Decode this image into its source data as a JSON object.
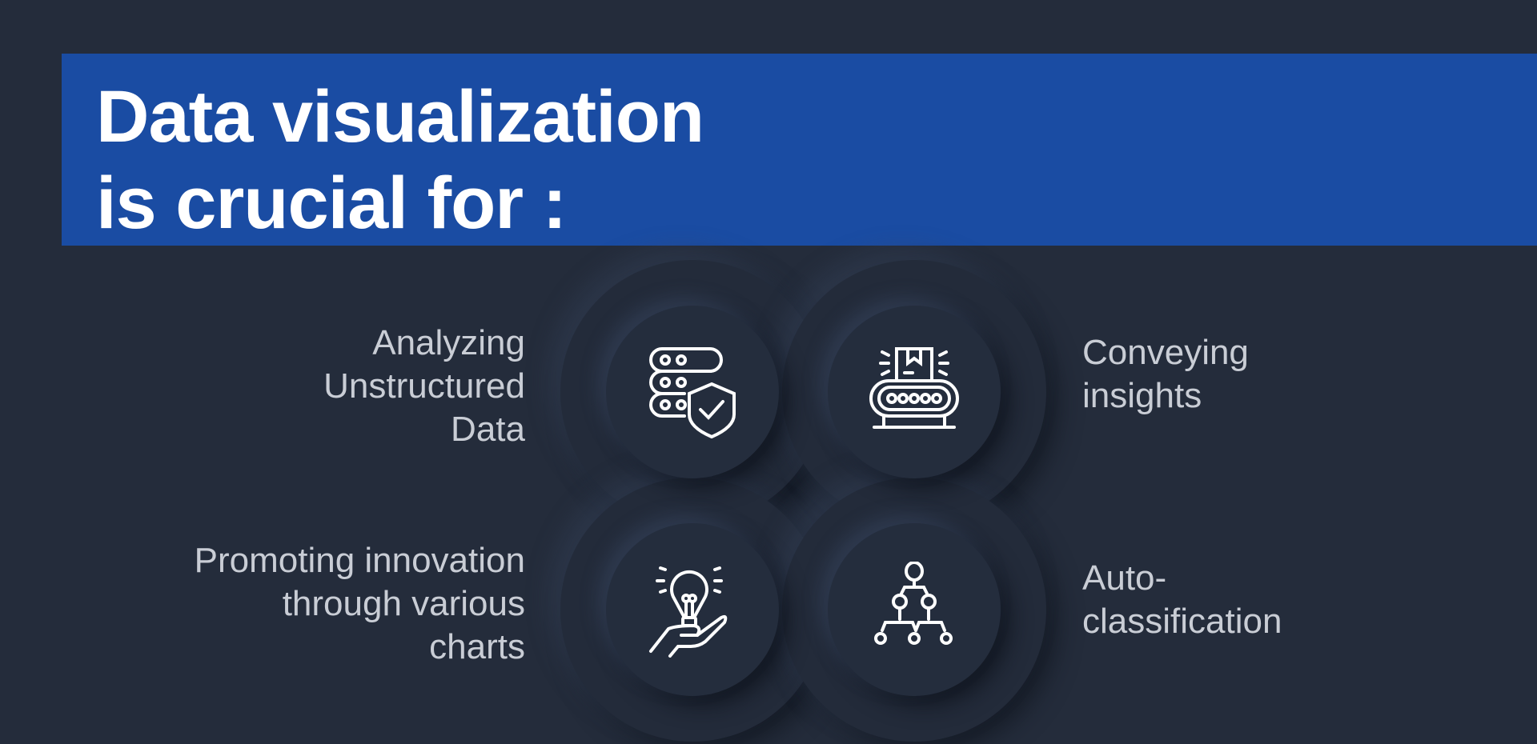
{
  "header": {
    "title_line1": "Data visualization",
    "title_line2": "is crucial for :"
  },
  "colors": {
    "background": "#242c3b",
    "banner": "#1a4ca3",
    "text": "#c9cdd5"
  },
  "items": [
    {
      "icon": "server-shield-icon",
      "lines": [
        "Analyzing",
        "Unstructured",
        "Data"
      ]
    },
    {
      "icon": "conveyor-box-icon",
      "lines": [
        "Conveying",
        "insights"
      ]
    },
    {
      "icon": "lightbulb-hand-icon",
      "lines": [
        "Promoting innovation",
        "through various",
        "charts"
      ]
    },
    {
      "icon": "hierarchy-icon",
      "lines": [
        "Auto-",
        "classification"
      ]
    }
  ]
}
